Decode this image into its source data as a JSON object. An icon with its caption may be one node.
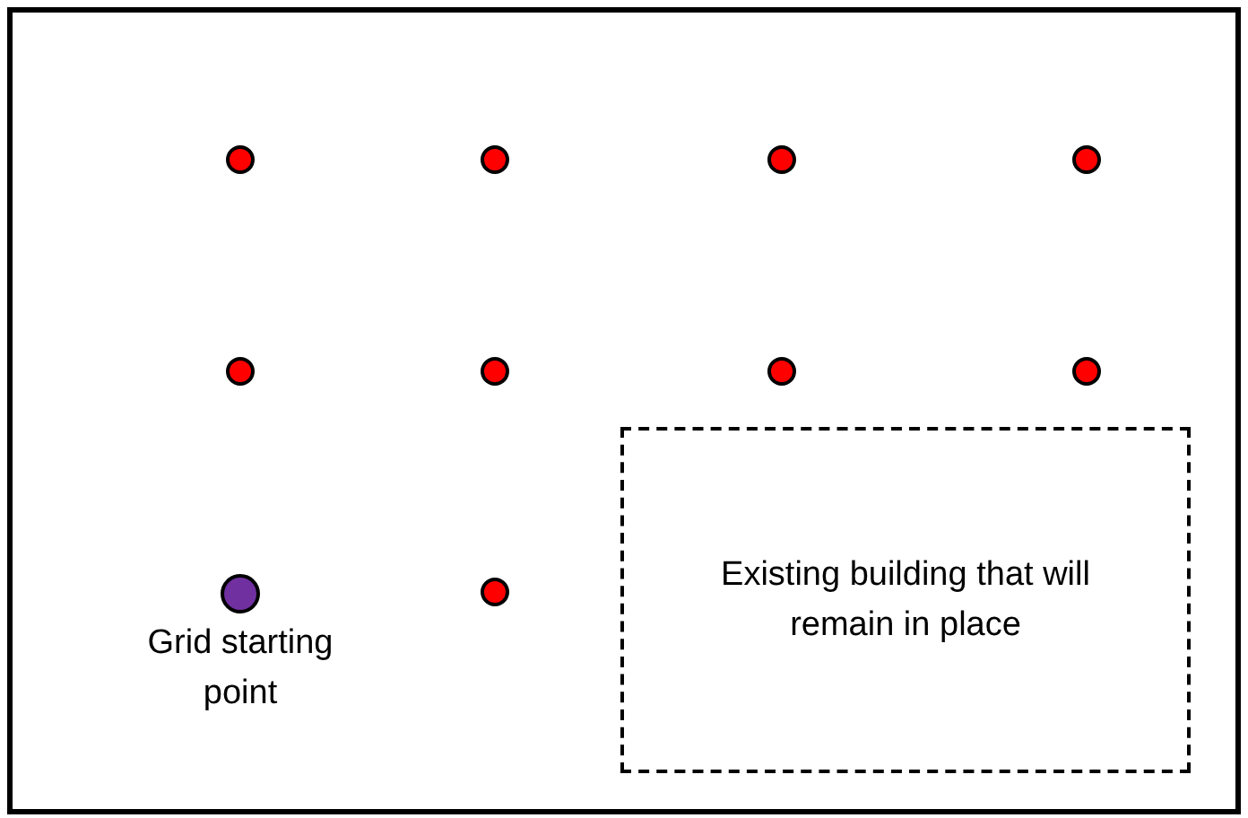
{
  "diagram": {
    "nodes": [
      {
        "text": [],
        "shape": "box"
      },
      {
        "text": [],
        "shape": "circle",
        "in": 0
      },
      {
        "text": [],
        "shape": "circle",
        "in": 0
      },
      {
        "text": [],
        "shape": "circle",
        "in": 0
      },
      {
        "text": [],
        "shape": "circle",
        "in": 0
      },
      {
        "text": [],
        "shape": "circle",
        "in": 0
      },
      {
        "text": [],
        "shape": "circle",
        "in": 0
      },
      {
        "text": [],
        "shape": "circle",
        "in": 0
      },
      {
        "text": [],
        "shape": "circle",
        "in": 0
      },
      {
        "text": [],
        "shape": "circle",
        "in": 0,
        "beside": [
          "Grid starting point"
        ]
      },
      {
        "text": [],
        "shape": "circle",
        "in": 0
      },
      {
        "text": [
          "Existing building that will remain in place"
        ],
        "in": 0
      }
    ],
    "edges": []
  }
}
